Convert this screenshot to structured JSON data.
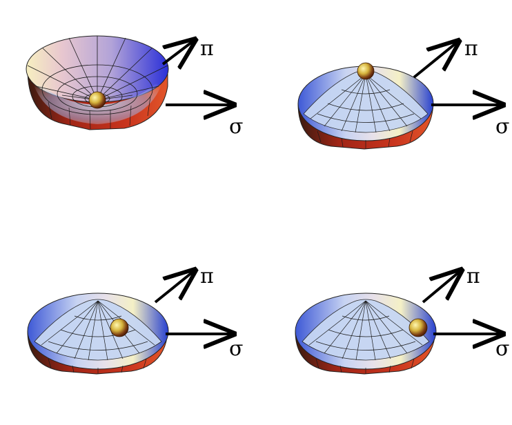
{
  "panels": [
    {
      "id": "panel-1",
      "surface": "bowl",
      "ball": "bottom-center",
      "labels": {
        "pi": "π",
        "sigma": "σ"
      }
    },
    {
      "id": "panel-2",
      "surface": "mexican-hat",
      "ball": "top-of-hump",
      "labels": {
        "pi": "π",
        "sigma": "σ"
      }
    },
    {
      "id": "panel-3",
      "surface": "mexican-hat",
      "ball": "rolling-in-trough",
      "labels": {
        "pi": "π",
        "sigma": "σ"
      }
    },
    {
      "id": "panel-4",
      "surface": "mexican-hat",
      "ball": "in-trough-rim",
      "labels": {
        "pi": "π",
        "sigma": "σ"
      }
    }
  ],
  "colors": {
    "rim_blue": "#3a3fc8",
    "inner_light": "#dbe6f7",
    "outer_red": "#b3321f",
    "ball_gold": "#c9a23a",
    "grid": "#1a1a1a"
  }
}
